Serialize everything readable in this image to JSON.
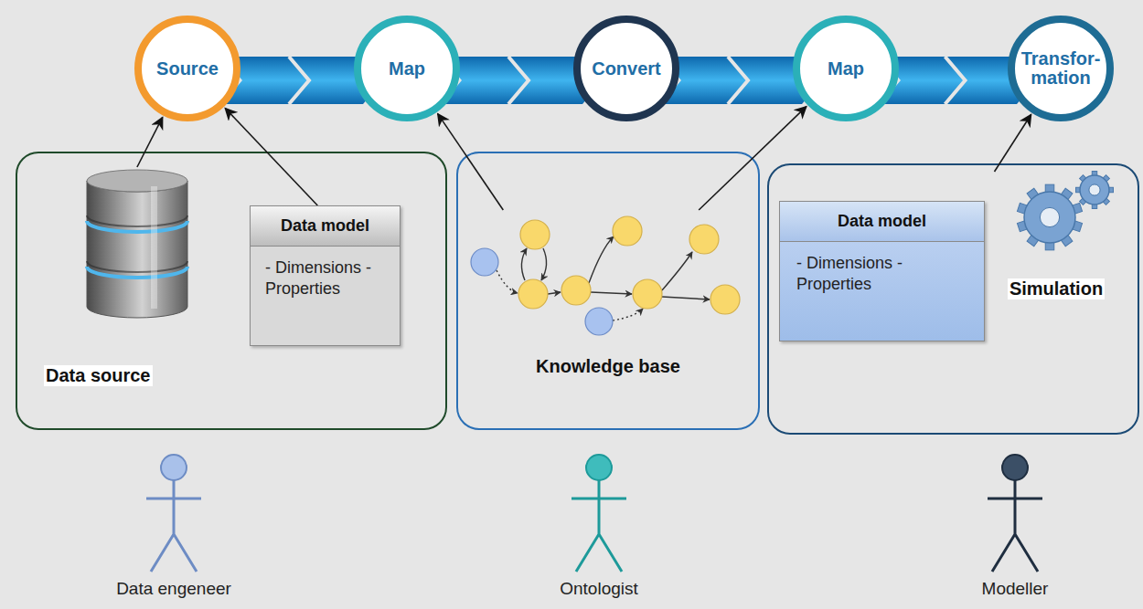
{
  "diagram": {
    "nodes": [
      {
        "text": [
          "Source"
        ]
      },
      {
        "text": [
          "Map"
        ]
      },
      {
        "text": [
          "Convert"
        ]
      },
      {
        "text": [
          "Map"
        ]
      },
      {
        "text": [
          "Transfor- mation"
        ]
      },
      {
        "text": [
          "Data source"
        ]
      },
      {
        "text": [
          "Data model",
          "- Dimensions - Properties"
        ]
      },
      {
        "text": [
          "Knowledge base"
        ]
      },
      {
        "text": [
          "Data model",
          "- Dimensions - Properties"
        ]
      },
      {
        "text": [
          "Simulation"
        ]
      }
    ],
    "edges": [
      {
        "from": 0,
        "to": 1,
        "arrow": "to"
      },
      {
        "from": 1,
        "to": 2,
        "arrow": "to"
      },
      {
        "from": 2,
        "to": 3,
        "arrow": "to"
      },
      {
        "from": 3,
        "to": 4,
        "arrow": "to"
      },
      {
        "from": 5,
        "to": 0,
        "arrow": "to"
      },
      {
        "from": 6,
        "to": 0,
        "arrow": "to"
      },
      {
        "from": 7,
        "to": 1,
        "arrow": "to"
      },
      {
        "from": 7,
        "to": 3,
        "arrow": "to"
      },
      {
        "from": 9,
        "to": 4,
        "arrow": "to"
      }
    ],
    "labels": [
      "Data engeneer",
      "Ontologist",
      "Modeller"
    ]
  }
}
